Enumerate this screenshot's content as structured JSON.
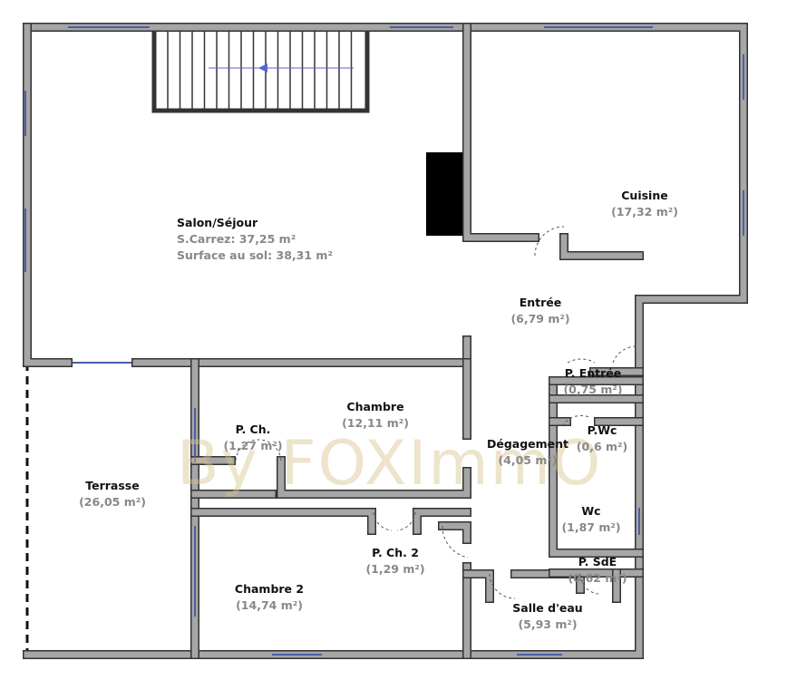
{
  "watermark": "By FOXImmO",
  "rooms": [
    {
      "name": "Salon/Séjour",
      "lines": [
        "S.Carrez: 37,25 m²",
        "Surface au sol: 38,31 m²"
      ]
    },
    {
      "name": "Cuisine",
      "lines": [
        "(17,32 m²)"
      ]
    },
    {
      "name": "Entrée",
      "lines": [
        "(6,79 m²)"
      ]
    },
    {
      "name": "P. Entrée",
      "lines": [
        "(0,75 m²)"
      ]
    },
    {
      "name": "Chambre",
      "lines": [
        "(12,11 m²)"
      ]
    },
    {
      "name": "P. Ch.",
      "lines": [
        "(1,27 m²)"
      ]
    },
    {
      "name": "Dégagement",
      "lines": [
        "(4,05 m²)"
      ]
    },
    {
      "name": "P.Wc",
      "lines": [
        "(0,6 m²)"
      ]
    },
    {
      "name": "Terrasse",
      "lines": [
        "(26,05 m²)"
      ]
    },
    {
      "name": "Wc",
      "lines": [
        "(1,87 m²)"
      ]
    },
    {
      "name": "P. Ch. 2",
      "lines": [
        "(1,29 m²)"
      ]
    },
    {
      "name": "P. SdE",
      "lines": [
        "(0,62 m²)"
      ]
    },
    {
      "name": "Chambre 2",
      "lines": [
        "(14,74 m²)"
      ]
    },
    {
      "name": "Salle d'eau",
      "lines": [
        "(5,93 m²)"
      ]
    }
  ]
}
